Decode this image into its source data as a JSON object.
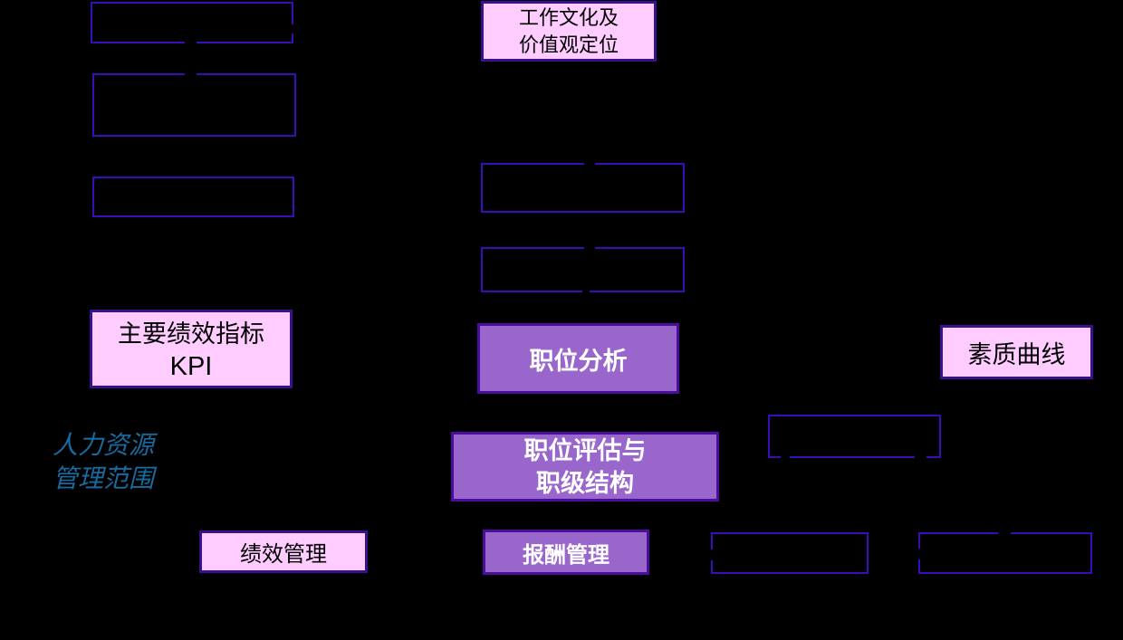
{
  "page": {
    "background_color": "#000000"
  },
  "colors": {
    "pink_box_fill": "#FFCCFF",
    "purple_box_fill": "#9966CC",
    "empty_box_border": "#3A0CBA",
    "filled_box_border": "#38128E",
    "purple_box_text": "#FFFFFF",
    "pink_box_text": "#000000",
    "scope_label_text": "#186A9F"
  },
  "diagram": {
    "scope_label": {
      "line1": "人力资源",
      "line2": "管理范围"
    },
    "boxes": {
      "work_culture": {
        "line1": "工作文化及",
        "line2": "价值观定位"
      },
      "kpi": {
        "line1": "主要绩效指标",
        "line2": "KPI"
      },
      "job_analysis": {
        "label": "职位分析"
      },
      "quality_curve": {
        "label": "素质曲线"
      },
      "job_evaluation": {
        "line1": "职位评估与",
        "line2": "职级结构"
      },
      "performance": {
        "label": "绩效管理"
      },
      "compensation": {
        "label": "报酬管理"
      }
    }
  }
}
